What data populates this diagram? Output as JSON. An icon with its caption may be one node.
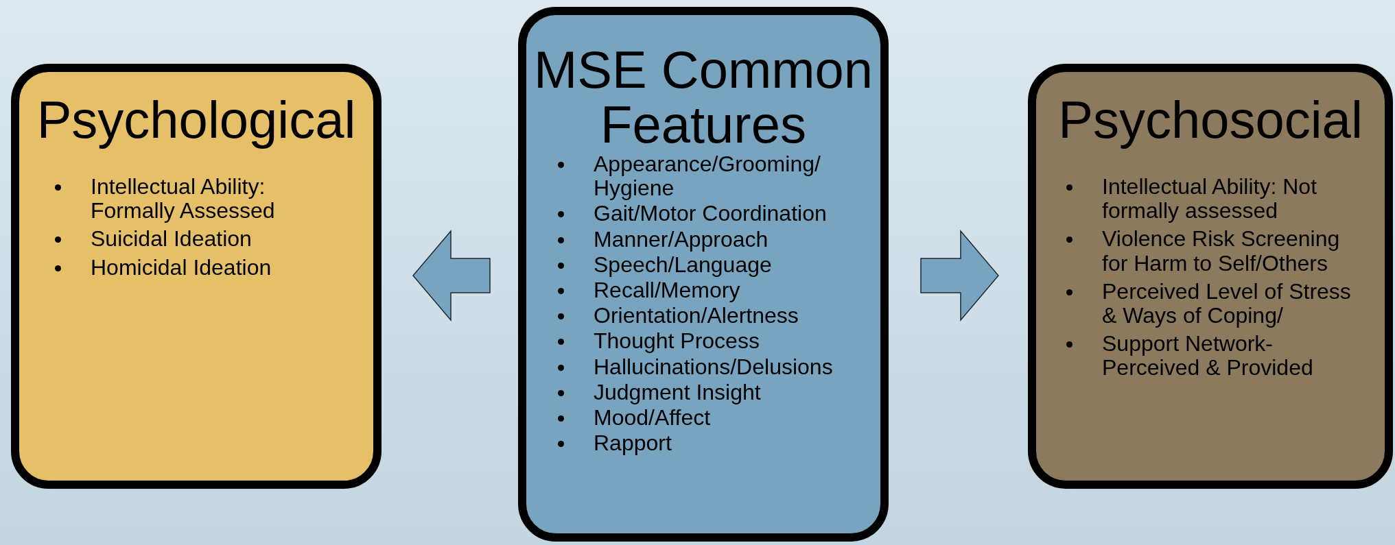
{
  "diagram": {
    "nodes": [
      {
        "text": [
          "Psychological",
          "Intellectual Ability: Formally Assessed",
          "Suicidal Ideation",
          "Homicidal Ideation"
        ]
      },
      {
        "text": [
          "MSE Common Features",
          "Appearance/Grooming/ Hygiene",
          "Gait/Motor Coordination",
          "Manner/Approach",
          "Speech/Language",
          "Recall/Memory",
          "Orientation/Alertness",
          "Thought Process",
          "Hallucinations/Delusions",
          "Judgment Insight",
          "Mood/Affect",
          "Rapport"
        ]
      },
      {
        "text": [
          "Psychosocial",
          "Intellectual Ability: Not formally assessed",
          "Violence Risk Screening for Harm to Self/Others",
          "Perceived Level of Stress & Ways of Coping/",
          "Support Network- Perceived & Provided"
        ]
      }
    ],
    "edges": [
      {
        "from": 1,
        "to": 0,
        "arrow": "to"
      },
      {
        "from": 1,
        "to": 2,
        "arrow": "to"
      }
    ]
  }
}
